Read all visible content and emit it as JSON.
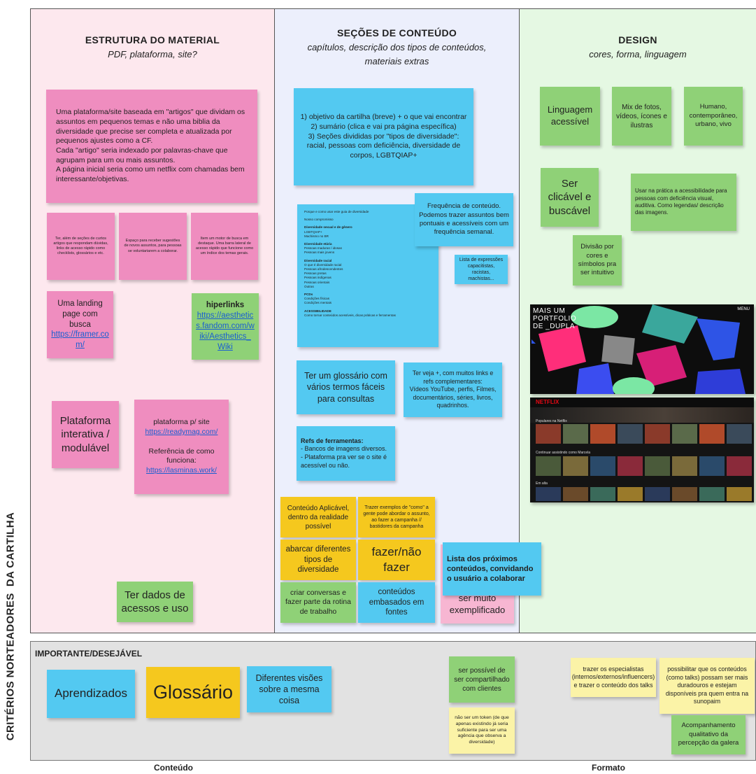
{
  "vertical_label": "CRITÉRIOS NORTEADORES  DA CARTILHA",
  "columns": {
    "estrutura": {
      "title": "ESTRUTURA DO MATERIAL",
      "subtitle": "PDF, plataforma, site?"
    },
    "secoes": {
      "title": "SEÇÕES DE CONTEÚDO",
      "subtitle": "capítulos, descrição dos tipos de conteúdos, materiais extras"
    },
    "design": {
      "title": "DESIGN",
      "subtitle": "cores, forma, linguagem"
    }
  },
  "notes_estrutura": {
    "plataforma_artigos": "Uma plataforma/site baseada em \"artigos\" que dividam os assuntos em pequenos temas e não uma biblia da diversidade que precise ser completa e atualizada por pequenos ajustes como a CF.\nCada \"artigo\" seria indexado por palavras-chave que agrupam para um ou mais assuntos.\nA página inicial seria como um netflix com chamadas bem interessante/objetivas.",
    "small1": "Ter, além de seções de curtos artigos que respondam dúvidas, links de acesso rápido como checklists, glossários e etc.",
    "small2": "Espaço para receber sugestões de novos assuntos, para pessoas se voluntariarem a colaborar.",
    "small3": "Item um motor de busca em destaque. Uma barra lateral de acesso rápido que funcione como um índice dos temas gerais.",
    "landing_text": "Uma landing page com busca",
    "landing_link": "https://framer.com/",
    "hiperlinks_title": "hiperlinks",
    "hiperlinks_link": "https://aesthetics.fandom.com/wiki/Aesthetics_Wiki",
    "plataforma_interativa": "Plataforma interativa / modulável",
    "readymag_text": "plataforma p/ site",
    "readymag_link": "https://readymag.com/",
    "referencia_text": "Referência de como funciona:",
    "referencia_link": "https://lasminas.work/",
    "dados_acessos": "Ter dados de acessos e uso"
  },
  "notes_secoes": {
    "objetivo": "1) objetivo da cartilha (breve) + o que vai encontrar\n2) sumário (clica e vai pra página específica)\n3) Seções divididas por \"tipos de diversidade\": racial, pessoas com deficiência, diversidade de corpos, LGBTQIAP+",
    "document_lines": [
      "Porque e como usar este guia de diversidade",
      "Nosso compromisso",
      "Diversidade sexual e de gênero",
      "LGBTQIAP+",
      "Machismo no BR",
      "Diversidade etária",
      "Pessoas maduras / idosas",
      "Pessoas mais jovens",
      "Diversidade racial",
      "O que é diversidade racial",
      "Pessoas afrodescendentes",
      "Pessoas pretas",
      "Pessoas indígenas",
      "Pessoas orientais",
      "Outras",
      "PCDs",
      "Condições físicas",
      "Condições mentais",
      "ACESSIBILIDADE",
      "Como tornar conteúdos acessíveis, dicas práticas e ferramentas"
    ],
    "frequencia": "Frequência de conteúdo. Podemos trazer assuntos bem pontuais e acessíveis com um frequência semanal.",
    "lista_expressoes": "Lista de expressões capacitistas, racistas, machistas...",
    "glossario": "Ter um glossário com vários termos fáceis para consultas",
    "ter_veja": "Ter veja +, com muitos links e refs complementares:\nVídeos YouTube, perfis, Filmes, documentários, séries, livros, quadrinhos.",
    "refs_title": "Refs de ferramentas:",
    "refs_body": "- Bancos de imagens diversos.\n- Plataforma pra ver se o site é acessível ou não.",
    "conteudo_aplicavel": "Conteúdo Aplicável, dentro da realidade possível",
    "trazer_exemplos": "Trazer exemplos de \"como\" a gente pode abordar o assunto, ao fazer a campanha // bastidores da campanha",
    "abarcar": "abarcar diferentes tipos de diversidade",
    "fazer_nao_fazer": "fazer/não fazer",
    "lista_proximos": "Lista dos próximos conteúdos, convidando o usuário a colaborar",
    "ser_muito": "ser muito exemplificado",
    "criar_conversas": "criar conversas e fazer parte da rotina de trabalho",
    "conteudos_embasados": "conteúdos embasados em fontes"
  },
  "notes_design": {
    "linguagem": "Linguagem acessível",
    "mix": "Mix de fotos, vídeos, ícones e ilustras",
    "humano": "Humano, contemporâneo, urbano, vivo",
    "clicavel": "Ser clicável e buscável",
    "usar_pratica": "Usar na prática a acessibilidade para pessoas com deficiência visual, auditiva. Como legendas/ descrição das imagens.",
    "divisao": "Divisão por cores e símbolos pra ser intuitivo",
    "portfolio_title": "MAIS UM PORTFOLIO DE _DUPLA",
    "portfolio_menu": "MENU",
    "netflix_logo": "NETFLIX",
    "netflix_row1": "Populares na Netflix",
    "netflix_row2": "Continuar assistindo como Marcela",
    "netflix_row3": "Em alta"
  },
  "important": {
    "title": "IMPORTANTE/DESEJÁVEL",
    "aprendizados": "Aprendizados",
    "glossario": "Glossário",
    "visoes": "Diferentes visões sobre a mesma coisa",
    "compartilhado": "ser possível de ser compartilhado com clientes",
    "token": "não ser um token (de que apenas existindo já seria suficiente para ser uma agência que observa a diversidade)",
    "especialistas": "trazer os especialistas (internos/externos/influencers) e trazer o conteúdo dos talks",
    "possibilitar": "possibilitar que os conteúdos (como talks) possam ser mais duradouros e estejam disponíveis pra quem entra na sunopaim",
    "acompanhamento": "Acompanhamento qualitativo da percepção da galera"
  },
  "footer": {
    "conteudo": "Conteúdo",
    "formato": "Formato"
  },
  "colors": {
    "pink": "#ef8dbf",
    "blue": "#53c9f1",
    "green": "#8fd177",
    "yellow": "#f5c81e",
    "light_yellow": "#fbf3a7",
    "col1_bg": "#fde8ee",
    "col2_bg": "#eceffc",
    "col3_bg": "#e5f8e3",
    "bottom_bg": "#e2e2e2"
  }
}
